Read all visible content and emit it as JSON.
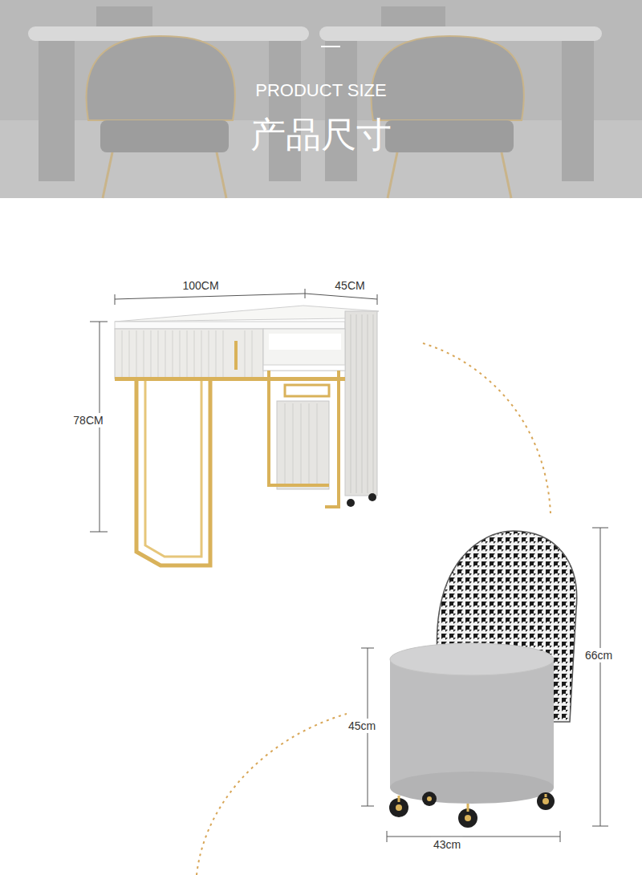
{
  "diagram": {
    "title": "产品尺寸",
    "labels": [
      "PRODUCT SIZE",
      "100CM",
      "45CM",
      "78CM",
      "66cm",
      "45cm",
      "43cm"
    ]
  }
}
